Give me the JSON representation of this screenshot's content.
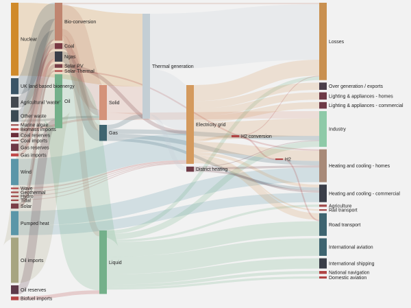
{
  "chart_data": {
    "type": "sankey",
    "nodes": [
      {
        "name": "Nuclear",
        "color": "#d08a2a"
      },
      {
        "name": "UK land based bioenergy",
        "color": "#3b5566"
      },
      {
        "name": "Agricultural 'waste'",
        "color": "#44494f"
      },
      {
        "name": "Other waste",
        "color": "#3a4a54"
      },
      {
        "name": "Marine algae",
        "color": "#a05050"
      },
      {
        "name": "Biomass imports",
        "color": "#c04a4a"
      },
      {
        "name": "Coal reserves",
        "color": "#6a2e3a"
      },
      {
        "name": "Coal imports",
        "color": "#a84848"
      },
      {
        "name": "Gas reserves",
        "color": "#6e3a46"
      },
      {
        "name": "Gas imports",
        "color": "#c04a4a"
      },
      {
        "name": "Wind",
        "color": "#5b96a8"
      },
      {
        "name": "Wave",
        "color": "#b04444"
      },
      {
        "name": "Geothermal",
        "color": "#a04848"
      },
      {
        "name": "Hydro",
        "color": "#a04848"
      },
      {
        "name": "Tidal",
        "color": "#a04848"
      },
      {
        "name": "Solar",
        "color": "#7a3e46"
      },
      {
        "name": "Pumped heat",
        "color": "#5b96a8"
      },
      {
        "name": "Oil imports",
        "color": "#a7a581"
      },
      {
        "name": "Oil reserves",
        "color": "#5e3a4a"
      },
      {
        "name": "Biofuel imports",
        "color": "#b54646"
      },
      {
        "name": "Bio-conversion",
        "color": "#c08570"
      },
      {
        "name": "Coal",
        "color": "#7a3a44"
      },
      {
        "name": "Ngas",
        "color": "#3a3e48"
      },
      {
        "name": "Solar PV",
        "color": "#7a3e46"
      },
      {
        "name": "Solar Thermal",
        "color": "#b04444"
      },
      {
        "name": "Oil",
        "color": "#74b08a"
      },
      {
        "name": "Solid",
        "color": "#d4937a"
      },
      {
        "name": "Gas",
        "color": "#3e6470"
      },
      {
        "name": "Liquid",
        "color": "#74b08a"
      },
      {
        "name": "Thermal generation",
        "color": "#c3ced4"
      },
      {
        "name": "Electricity grid",
        "color": "#d49a5e"
      },
      {
        "name": "District heating",
        "color": "#6e3a46"
      },
      {
        "name": "H2 conversion",
        "color": "#b04444"
      },
      {
        "name": "H2",
        "color": "#b04444"
      },
      {
        "name": "Losses",
        "color": "#c99050"
      },
      {
        "name": "Over generation / exports",
        "color": "#4a3e4a"
      },
      {
        "name": "Lighting & appliances - homes",
        "color": "#6e3a46"
      },
      {
        "name": "Lighting & appliances - commercial",
        "color": "#6e3a46"
      },
      {
        "name": "Industry",
        "color": "#8ecaa8"
      },
      {
        "name": "Heating and cooling - homes",
        "color": "#a88a78"
      },
      {
        "name": "Heating and cooling - commercial",
        "color": "#3a3e48"
      },
      {
        "name": "Agriculture",
        "color": "#a04848"
      },
      {
        "name": "Rail transport",
        "color": "#a04848"
      },
      {
        "name": "Road transport",
        "color": "#3e6470"
      },
      {
        "name": "International aviation",
        "color": "#3e6470"
      },
      {
        "name": "International shipping",
        "color": "#3a3e48"
      },
      {
        "name": "National navigation",
        "color": "#b04444"
      },
      {
        "name": "Domestic aviation",
        "color": "#b04444"
      }
    ],
    "links": [
      {
        "source": "Nuclear",
        "target": "Thermal generation",
        "value": 100
      },
      {
        "source": "UK land based bioenergy",
        "target": "Bio-conversion",
        "value": 22
      },
      {
        "source": "Agricultural 'waste'",
        "target": "Bio-conversion",
        "value": 15
      },
      {
        "source": "Other waste",
        "target": "Bio-conversion",
        "value": 13
      },
      {
        "source": "Other waste",
        "target": "Solid",
        "value": 3
      },
      {
        "source": "Marine algae",
        "target": "Bio-conversion",
        "value": 2
      },
      {
        "source": "Biomass imports",
        "target": "Solid",
        "value": 3
      },
      {
        "source": "Coal reserves",
        "target": "Coal",
        "value": 6
      },
      {
        "source": "Coal imports",
        "target": "Coal",
        "value": 2
      },
      {
        "source": "Coal",
        "target": "Solid",
        "value": 8
      },
      {
        "source": "Gas reserves",
        "target": "Ngas",
        "value": 10
      },
      {
        "source": "Gas imports",
        "target": "Ngas",
        "value": 4
      },
      {
        "source": "Ngas",
        "target": "Gas",
        "value": 14
      },
      {
        "source": "Bio-conversion",
        "target": "Solid",
        "value": 34
      },
      {
        "source": "Bio-conversion",
        "target": "Gas",
        "value": 8
      },
      {
        "source": "Bio-conversion",
        "target": "Liquid",
        "value": 8
      },
      {
        "source": "Bio-conversion",
        "target": "Losses",
        "value": 2
      },
      {
        "source": "Solid",
        "target": "Thermal generation",
        "value": 38
      },
      {
        "source": "Solid",
        "target": "Industry",
        "value": 10
      },
      {
        "source": "Gas",
        "target": "Thermal generation",
        "value": 6
      },
      {
        "source": "Gas",
        "target": "Industry",
        "value": 6
      },
      {
        "source": "Gas",
        "target": "Heating and cooling - homes",
        "value": 6
      },
      {
        "source": "Gas",
        "target": "Heating and cooling - commercial",
        "value": 4
      },
      {
        "source": "Wind",
        "target": "Electricity grid",
        "value": 36
      },
      {
        "source": "Wave",
        "target": "Electricity grid",
        "value": 2
      },
      {
        "source": "Geothermal",
        "target": "Electricity grid",
        "value": 1
      },
      {
        "source": "Hydro",
        "target": "Electricity grid",
        "value": 1
      },
      {
        "source": "Tidal",
        "target": "Electricity grid",
        "value": 1
      },
      {
        "source": "Solar",
        "target": "Solar PV",
        "value": 5
      },
      {
        "source": "Solar",
        "target": "Solar Thermal",
        "value": 2
      },
      {
        "source": "Solar PV",
        "target": "Electricity grid",
        "value": 5
      },
      {
        "source": "Solar Thermal",
        "target": "Heating and cooling - homes",
        "value": 2
      },
      {
        "source": "Pumped heat",
        "target": "Heating and cooling - homes",
        "value": 20
      },
      {
        "source": "Pumped heat",
        "target": "Heating and cooling - commercial",
        "value": 13
      },
      {
        "source": "Oil imports",
        "target": "Oil",
        "value": 62
      },
      {
        "source": "Oil reserves",
        "target": "Oil",
        "value": 12
      },
      {
        "source": "Biofuel imports",
        "target": "Liquid",
        "value": 5
      },
      {
        "source": "Oil",
        "target": "Liquid",
        "value": 74
      },
      {
        "source": "Liquid",
        "target": "Industry",
        "value": 8
      },
      {
        "source": "Liquid",
        "target": "Agriculture",
        "value": 3
      },
      {
        "source": "Liquid",
        "target": "Road transport",
        "value": 20
      },
      {
        "source": "Liquid",
        "target": "International aviation",
        "value": 24
      },
      {
        "source": "Liquid",
        "target": "International shipping",
        "value": 14
      },
      {
        "source": "Liquid",
        "target": "National navigation",
        "value": 4
      },
      {
        "source": "Liquid",
        "target": "Domestic aviation",
        "value": 3
      },
      {
        "source": "Liquid",
        "target": "Losses",
        "value": 5
      },
      {
        "source": "Thermal generation",
        "target": "Electricity grid",
        "value": 62
      },
      {
        "source": "Thermal generation",
        "target": "Losses",
        "value": 76
      },
      {
        "source": "Thermal generation",
        "target": "District heating",
        "value": 6
      },
      {
        "source": "Electricity grid",
        "target": "Over generation / exports",
        "value": 10
      },
      {
        "source": "Electricity grid",
        "target": "Lighting & appliances - homes",
        "value": 10
      },
      {
        "source": "Electricity grid",
        "target": "Lighting & appliances - commercial",
        "value": 9
      },
      {
        "source": "Electricity grid",
        "target": "Industry",
        "value": 24
      },
      {
        "source": "Electricity grid",
        "target": "Heating and cooling - homes",
        "value": 14
      },
      {
        "source": "Electricity grid",
        "target": "Heating and cooling - commercial",
        "value": 4
      },
      {
        "source": "Electricity grid",
        "target": "Losses",
        "value": 22
      },
      {
        "source": "Electricity grid",
        "target": "H2 conversion",
        "value": 3
      },
      {
        "source": "Electricity grid",
        "target": "Rail transport",
        "value": 2
      },
      {
        "source": "Electricity grid",
        "target": "Road transport",
        "value": 9
      },
      {
        "source": "District heating",
        "target": "Heating and cooling - homes",
        "value": 3
      },
      {
        "source": "District heating",
        "target": "Heating and cooling - commercial",
        "value": 3
      },
      {
        "source": "District heating",
        "target": "Industry",
        "value": 1
      },
      {
        "source": "H2 conversion",
        "target": "H2",
        "value": 2
      },
      {
        "source": "H2 conversion",
        "target": "Losses",
        "value": 1
      },
      {
        "source": "H2",
        "target": "Road transport",
        "value": 2
      }
    ]
  }
}
